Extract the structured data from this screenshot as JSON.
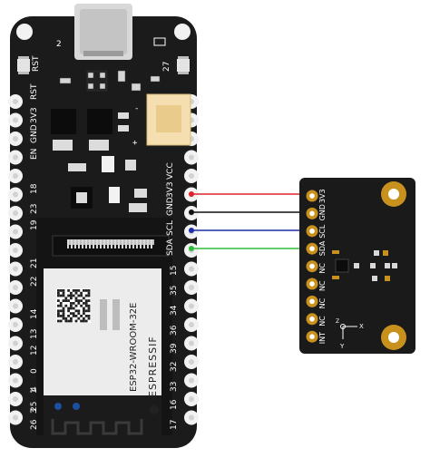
{
  "board": {
    "name": "ESP32 dev board",
    "top_header_labels": [
      "2",
      "RST",
      "27"
    ],
    "left_labels": [
      "3V3",
      "RST",
      "EN",
      "GND",
      "18",
      "23",
      "19",
      "21",
      "22",
      "14",
      "13",
      "12",
      "0",
      "4",
      "25",
      "26",
      "1",
      "3"
    ],
    "right_labels": [
      "VCC",
      "3V3",
      "GND",
      "SCL",
      "SDA",
      "15",
      "35",
      "34",
      "36",
      "39",
      "32",
      "33",
      "16",
      "17"
    ],
    "module": {
      "model": "ESP32-WROOM-32E",
      "brand": "ESPRESSIF"
    }
  },
  "sensor": {
    "name": "I2C sensor breakout",
    "pins": [
      "3V3",
      "GND",
      "SCL",
      "SDA",
      "NC",
      "NC",
      "NC",
      "NC",
      "INT"
    ],
    "axis_labels": {
      "x": "X",
      "y": "Y",
      "z": "Z"
    }
  },
  "wires": [
    {
      "from": "3V3",
      "to": "3V3",
      "color": "#e0202a"
    },
    {
      "from": "GND",
      "to": "GND",
      "color": "#111111"
    },
    {
      "from": "SCL",
      "to": "SCL",
      "color": "#1c2fa8"
    },
    {
      "from": "SDA",
      "to": "SDA",
      "color": "#2dbd3a"
    }
  ],
  "colors": {
    "board": "#1b1b1b",
    "board_dark": "#0f0f0f",
    "pad": "#f2f2f2",
    "gold": "#c8911e",
    "module": "#ececec",
    "connector": "#f5deb0"
  }
}
